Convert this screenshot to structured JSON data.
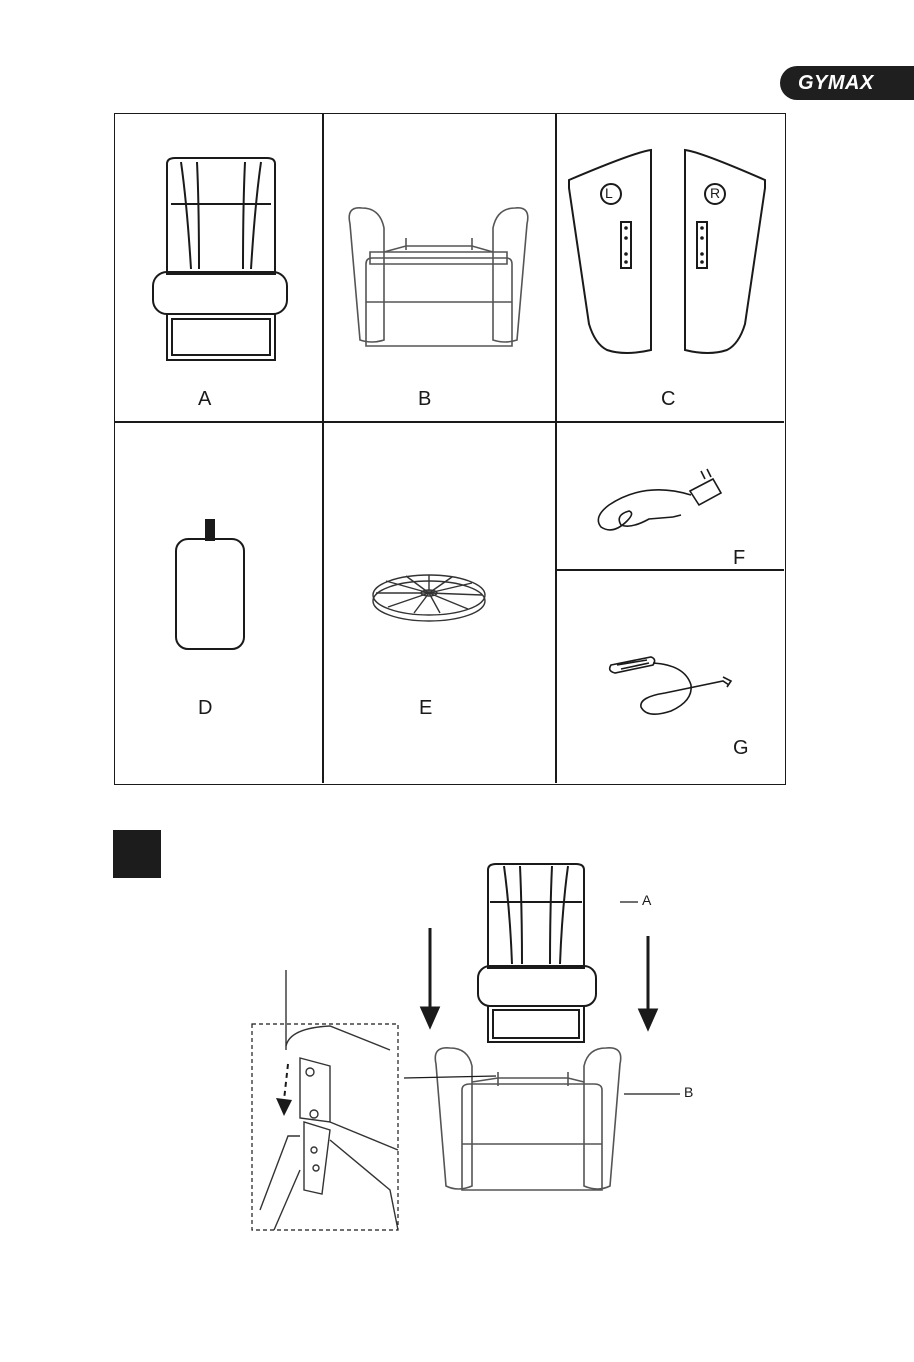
{
  "brand": {
    "name": "GYMAX"
  },
  "parts": [
    {
      "id": "A",
      "label": "A",
      "icon": "seat-back-icon"
    },
    {
      "id": "B",
      "label": "B",
      "icon": "chair-base-icon"
    },
    {
      "id": "C",
      "label": "C",
      "icon": "armrest-pair-icon",
      "left_mark": "L",
      "right_mark": "R"
    },
    {
      "id": "D",
      "label": "D",
      "icon": "controller-pouch-icon"
    },
    {
      "id": "E",
      "label": "E",
      "icon": "swivel-disc-icon"
    },
    {
      "id": "F",
      "label": "F",
      "icon": "power-adapter-icon"
    },
    {
      "id": "G",
      "label": "G",
      "icon": "hand-remote-icon"
    }
  ],
  "step": {
    "number": "",
    "callout_a": "A",
    "callout_b": "B"
  },
  "colors": {
    "ink": "#1a1a1a",
    "brand_bg": "#1f1f1f"
  }
}
